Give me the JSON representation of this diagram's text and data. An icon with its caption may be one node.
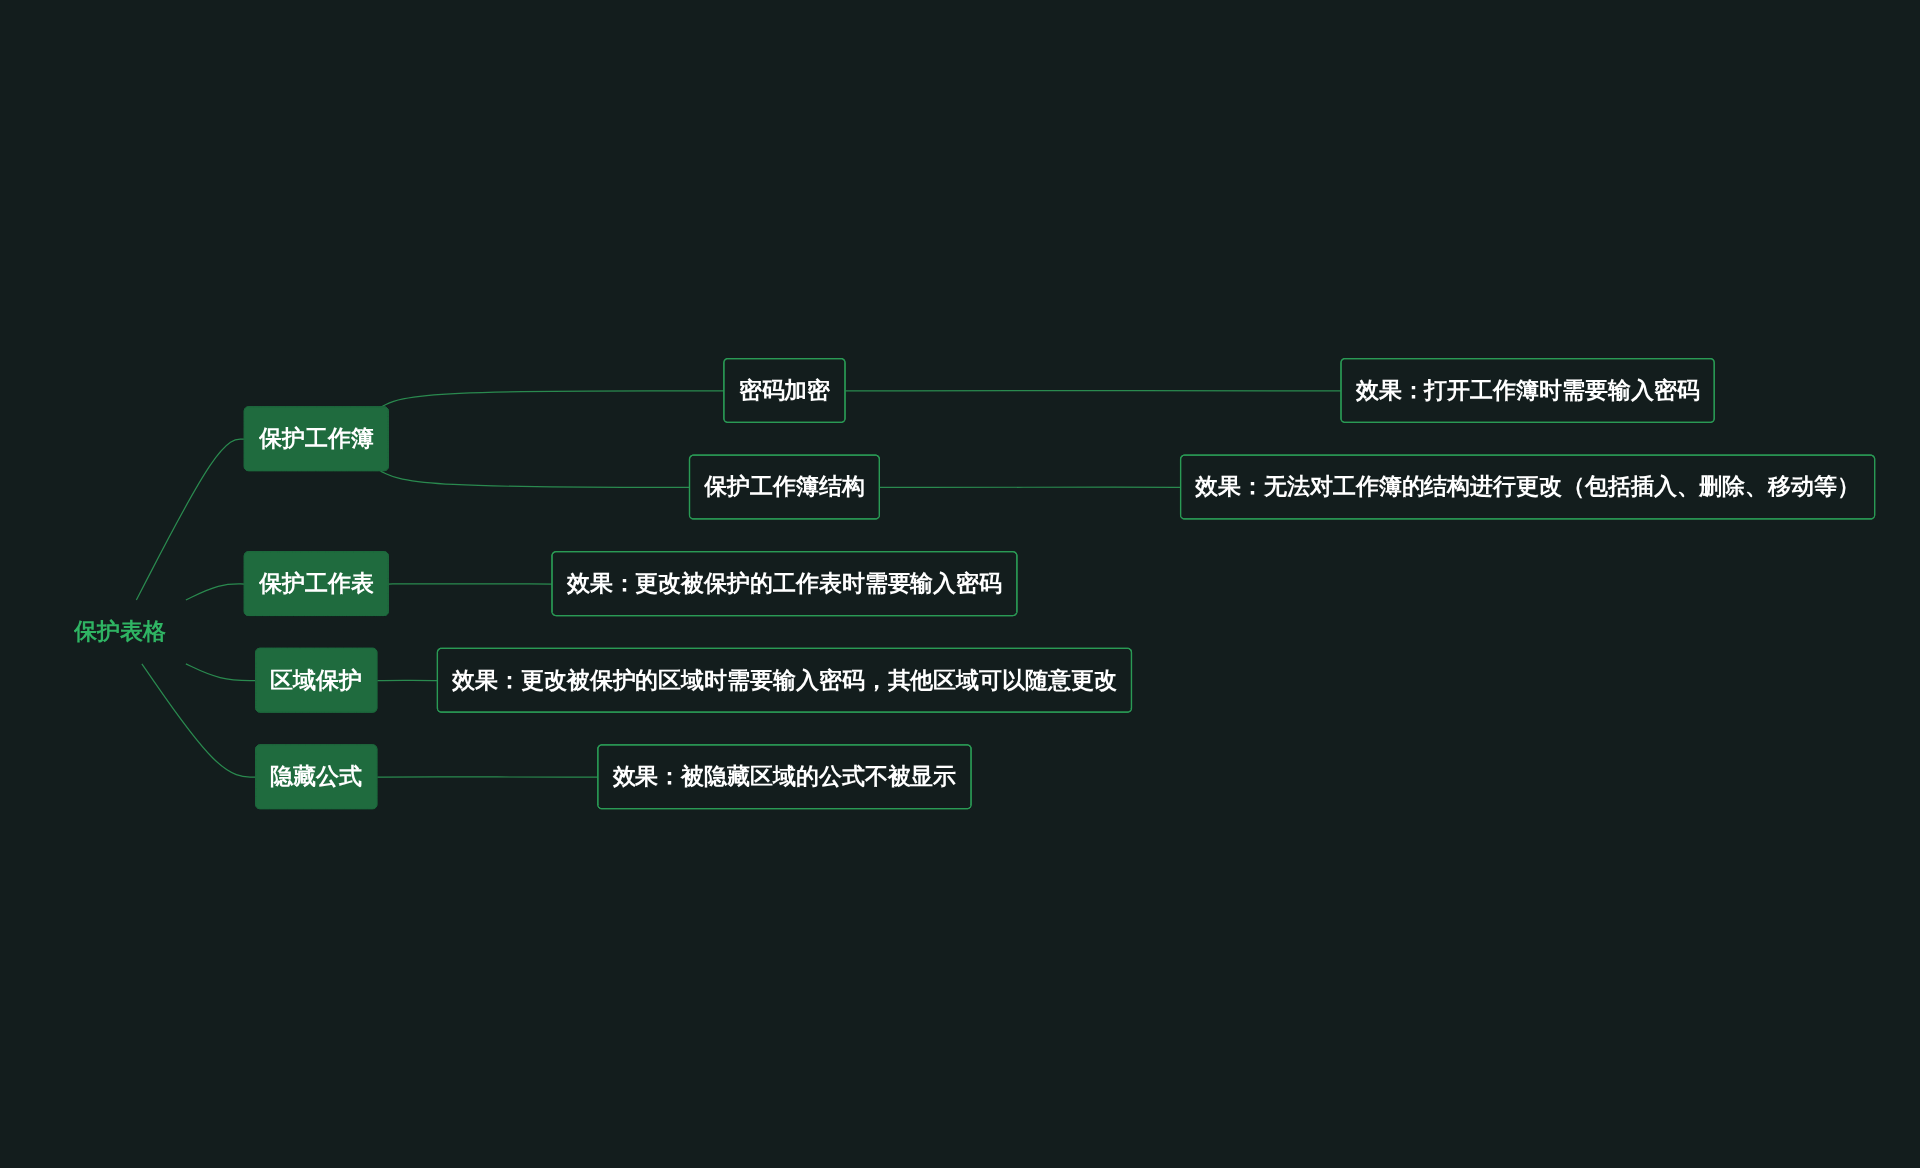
{
  "diagram": {
    "nodes": [
      {
        "text": [
          "保护表格"
        ]
      },
      {
        "text": [
          "保护工作簿"
        ]
      },
      {
        "text": [
          "密码加密"
        ]
      },
      {
        "text": [
          "效果：打开工作簿时需要输入密码"
        ]
      },
      {
        "text": [
          "保护工作簿结构"
        ]
      },
      {
        "text": [
          "效果：无法对工作簿的结构进行更改（包括插入、删除、移动等）"
        ]
      },
      {
        "text": [
          "保护工作表"
        ]
      },
      {
        "text": [
          "效果：更改被保护的工作表时需要输入密码"
        ]
      },
      {
        "text": [
          "区域保护"
        ]
      },
      {
        "text": [
          "效果：更改被保护的区域时需要输入密码，其他区域可以随意更改"
        ]
      },
      {
        "text": [
          "隐藏公式"
        ]
      },
      {
        "text": [
          "效果：被隐藏区域的公式不被显示"
        ]
      }
    ],
    "edges": [
      {
        "from": 0,
        "to": 1,
        "arrow": "none"
      },
      {
        "from": 1,
        "to": 2,
        "arrow": "none"
      },
      {
        "from": 2,
        "to": 3,
        "arrow": "none"
      },
      {
        "from": 1,
        "to": 4,
        "arrow": "none"
      },
      {
        "from": 4,
        "to": 5,
        "arrow": "none"
      },
      {
        "from": 0,
        "to": 6,
        "arrow": "none"
      },
      {
        "from": 6,
        "to": 7,
        "arrow": "none"
      },
      {
        "from": 0,
        "to": 8,
        "arrow": "none"
      },
      {
        "from": 8,
        "to": 9,
        "arrow": "none"
      },
      {
        "from": 0,
        "to": 10,
        "arrow": "none"
      },
      {
        "from": 10,
        "to": 11,
        "arrow": "none"
      }
    ]
  }
}
